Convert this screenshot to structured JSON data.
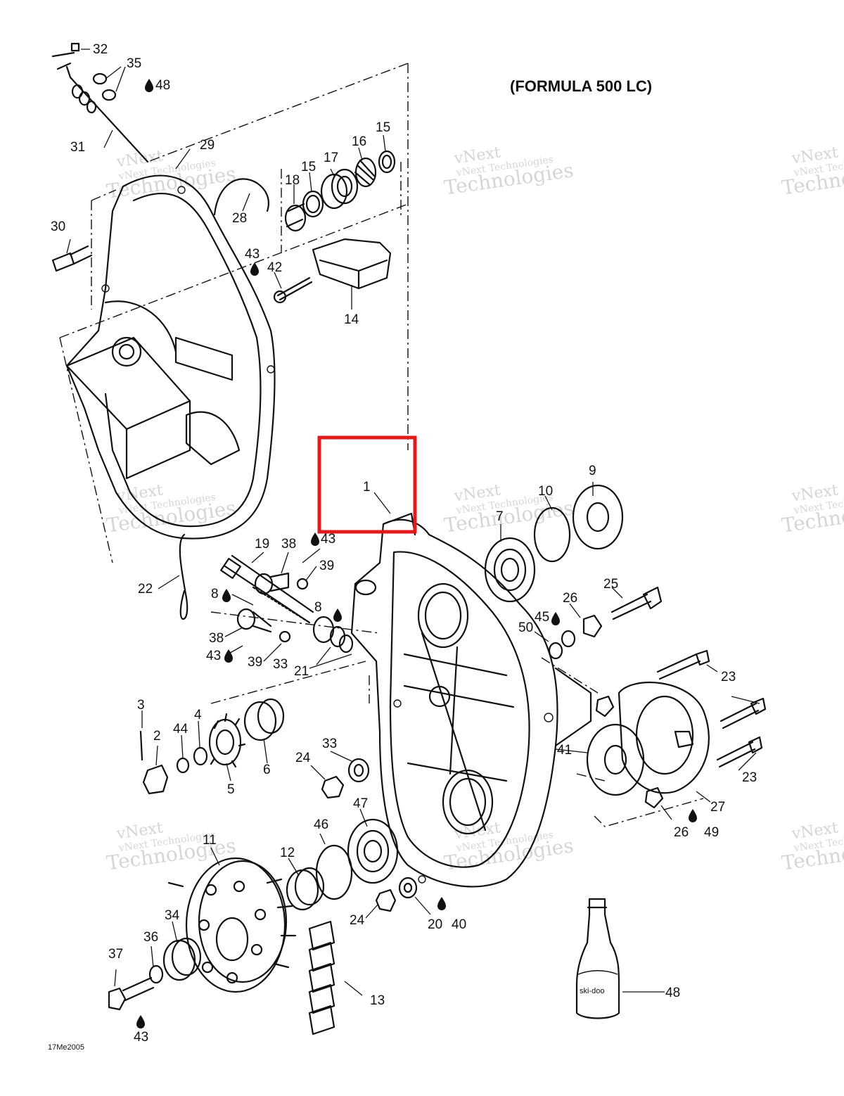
{
  "title": "(FORMULA 500 LC)",
  "drawing_code": "17Me2005",
  "watermark": {
    "line1": "vNext Technologies",
    "line2": "vNext",
    "line3": "Technologies"
  },
  "highlight": {
    "color": "#e01b1b",
    "part": "1"
  },
  "bottle_label": "ski-doo",
  "callouts": {
    "c32": "32",
    "c35": "35",
    "c48a": "48",
    "c31": "31",
    "c29": "29",
    "c30": "30",
    "c28": "28",
    "c18": "18",
    "c15a": "15",
    "c17": "17",
    "c16": "16",
    "c15b": "15",
    "c43a": "43",
    "c42": "42",
    "c14": "14",
    "c1": "1",
    "c9": "9",
    "c10": "10",
    "c7": "7",
    "c19": "19",
    "c38a": "38",
    "c43b": "43",
    "c39a": "39",
    "c22": "22",
    "c8a": "8",
    "c8b": "8",
    "c25": "25",
    "c26a": "26",
    "c45": "45",
    "c50": "50",
    "c38b": "38",
    "c43c": "43",
    "c39b": "39",
    "c33a": "33",
    "c21": "21",
    "c23a": "23",
    "c3": "3",
    "c2": "2",
    "c44": "44",
    "c4": "4",
    "c5": "5",
    "c6": "6",
    "c33b": "33",
    "c24a": "24",
    "c41": "41",
    "c23b": "23",
    "c27": "27",
    "c26b": "26",
    "c49": "49",
    "c47": "47",
    "c46": "46",
    "c11": "11",
    "c12": "12",
    "c34": "34",
    "c36": "36",
    "c37": "37",
    "c43d": "43",
    "c24b": "24",
    "c20": "20",
    "c40": "40",
    "c13": "13",
    "c48b": "48"
  }
}
